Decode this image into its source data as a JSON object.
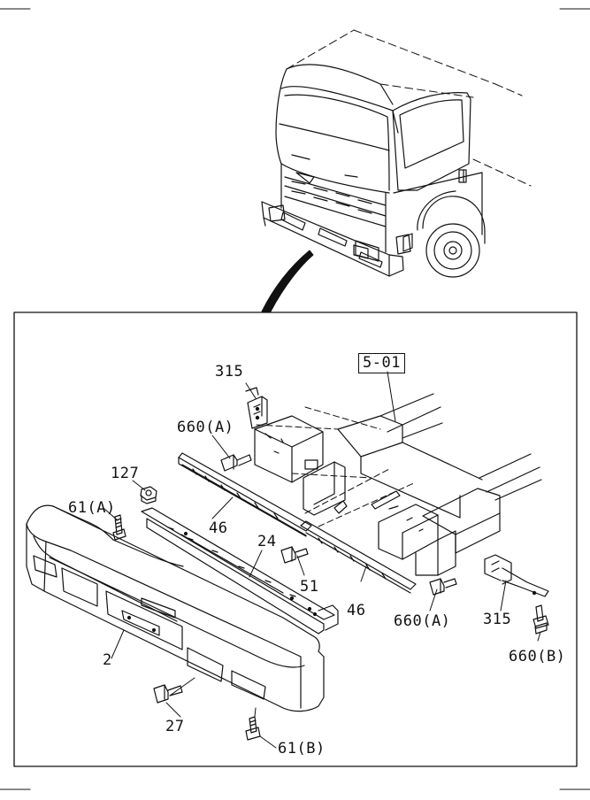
{
  "diagram": {
    "reference_box": "5-01",
    "callouts": {
      "p315_top": "315",
      "p660A_top": "660(A)",
      "p127": "127",
      "p61A": "61(A)",
      "p46_left": "46",
      "p24": "24",
      "p51": "51",
      "p46_right": "46",
      "p660A_bottom": "660(A)",
      "p315_right": "315",
      "p660B": "660(B)",
      "p2": "2",
      "p27": "27",
      "p61B": "61(B)"
    }
  }
}
